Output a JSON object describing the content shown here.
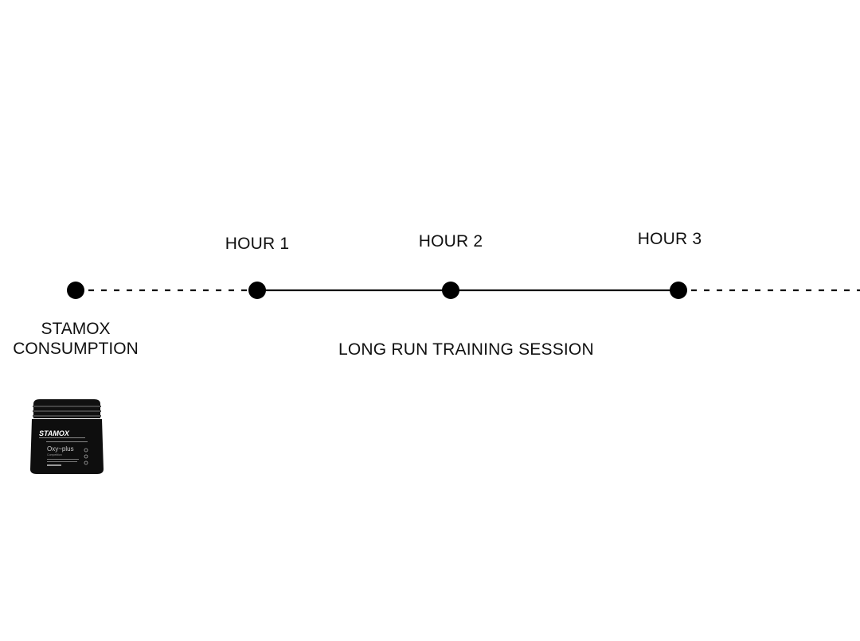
{
  "timeline": {
    "hour_markers": [
      {
        "label": "HOUR 1"
      },
      {
        "label": "HOUR 2"
      },
      {
        "label": "HOUR 3"
      }
    ],
    "start_label_line1": "STAMOX",
    "start_label_line2": "CONSUMPTION",
    "session_label": "LONG RUN TRAINING SESSION"
  },
  "product": {
    "brand": "STAMOX",
    "name": "Oxy~plus",
    "subtitle": "Competition"
  },
  "colors": {
    "line": "#111111",
    "dot": "#000000",
    "jar": "#111111",
    "background": "#ffffff"
  }
}
